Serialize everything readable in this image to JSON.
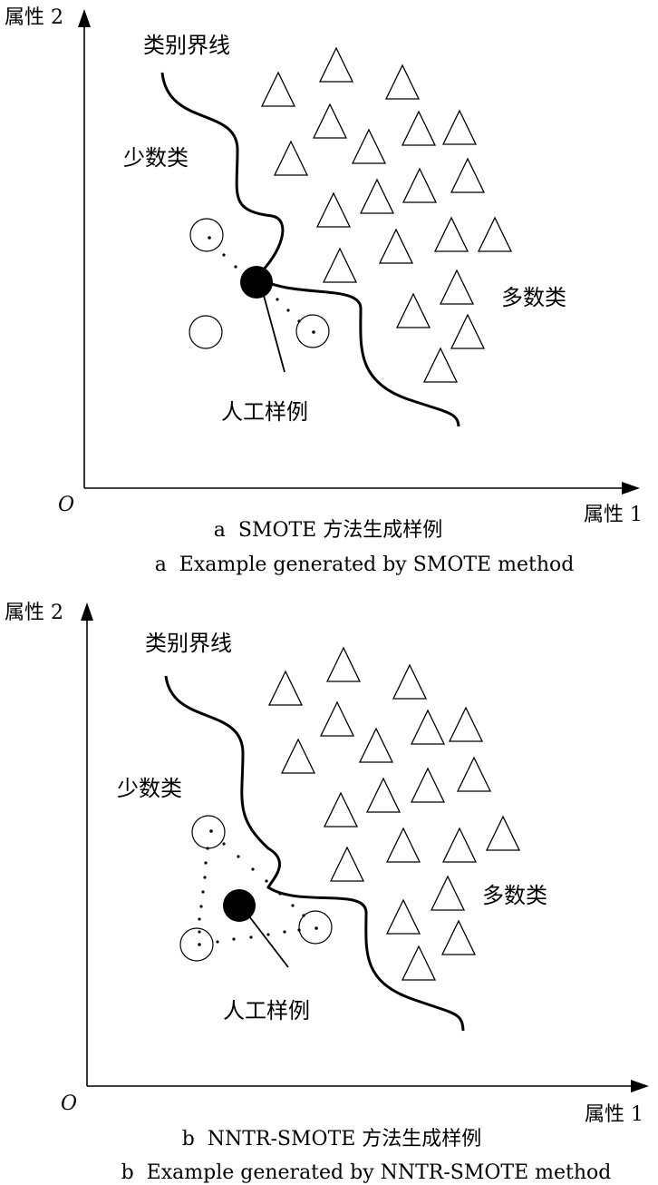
{
  "panel_a": {
    "y_axis_label": "属性 2",
    "x_axis_label": "属性 1",
    "origin": "O",
    "boundary_label": "类别界线",
    "minority_label": "少数类",
    "majority_label": "多数类",
    "synthetic_label": "人工样例",
    "caption_cn": "a  SMOTE 方法生成样例",
    "caption_en": "a  Example generated by SMOTE method"
  },
  "panel_b": {
    "y_axis_label": "属性 2",
    "x_axis_label": "属性 1",
    "origin": "O",
    "boundary_label": "类别界线",
    "minority_label": "少数类",
    "majority_label": "多数类",
    "synthetic_label": "人工样例",
    "caption_cn": "b  NNTR-SMOTE 方法生成样例",
    "caption_en": "b  Example generated by NNTR-SMOTE method"
  }
}
